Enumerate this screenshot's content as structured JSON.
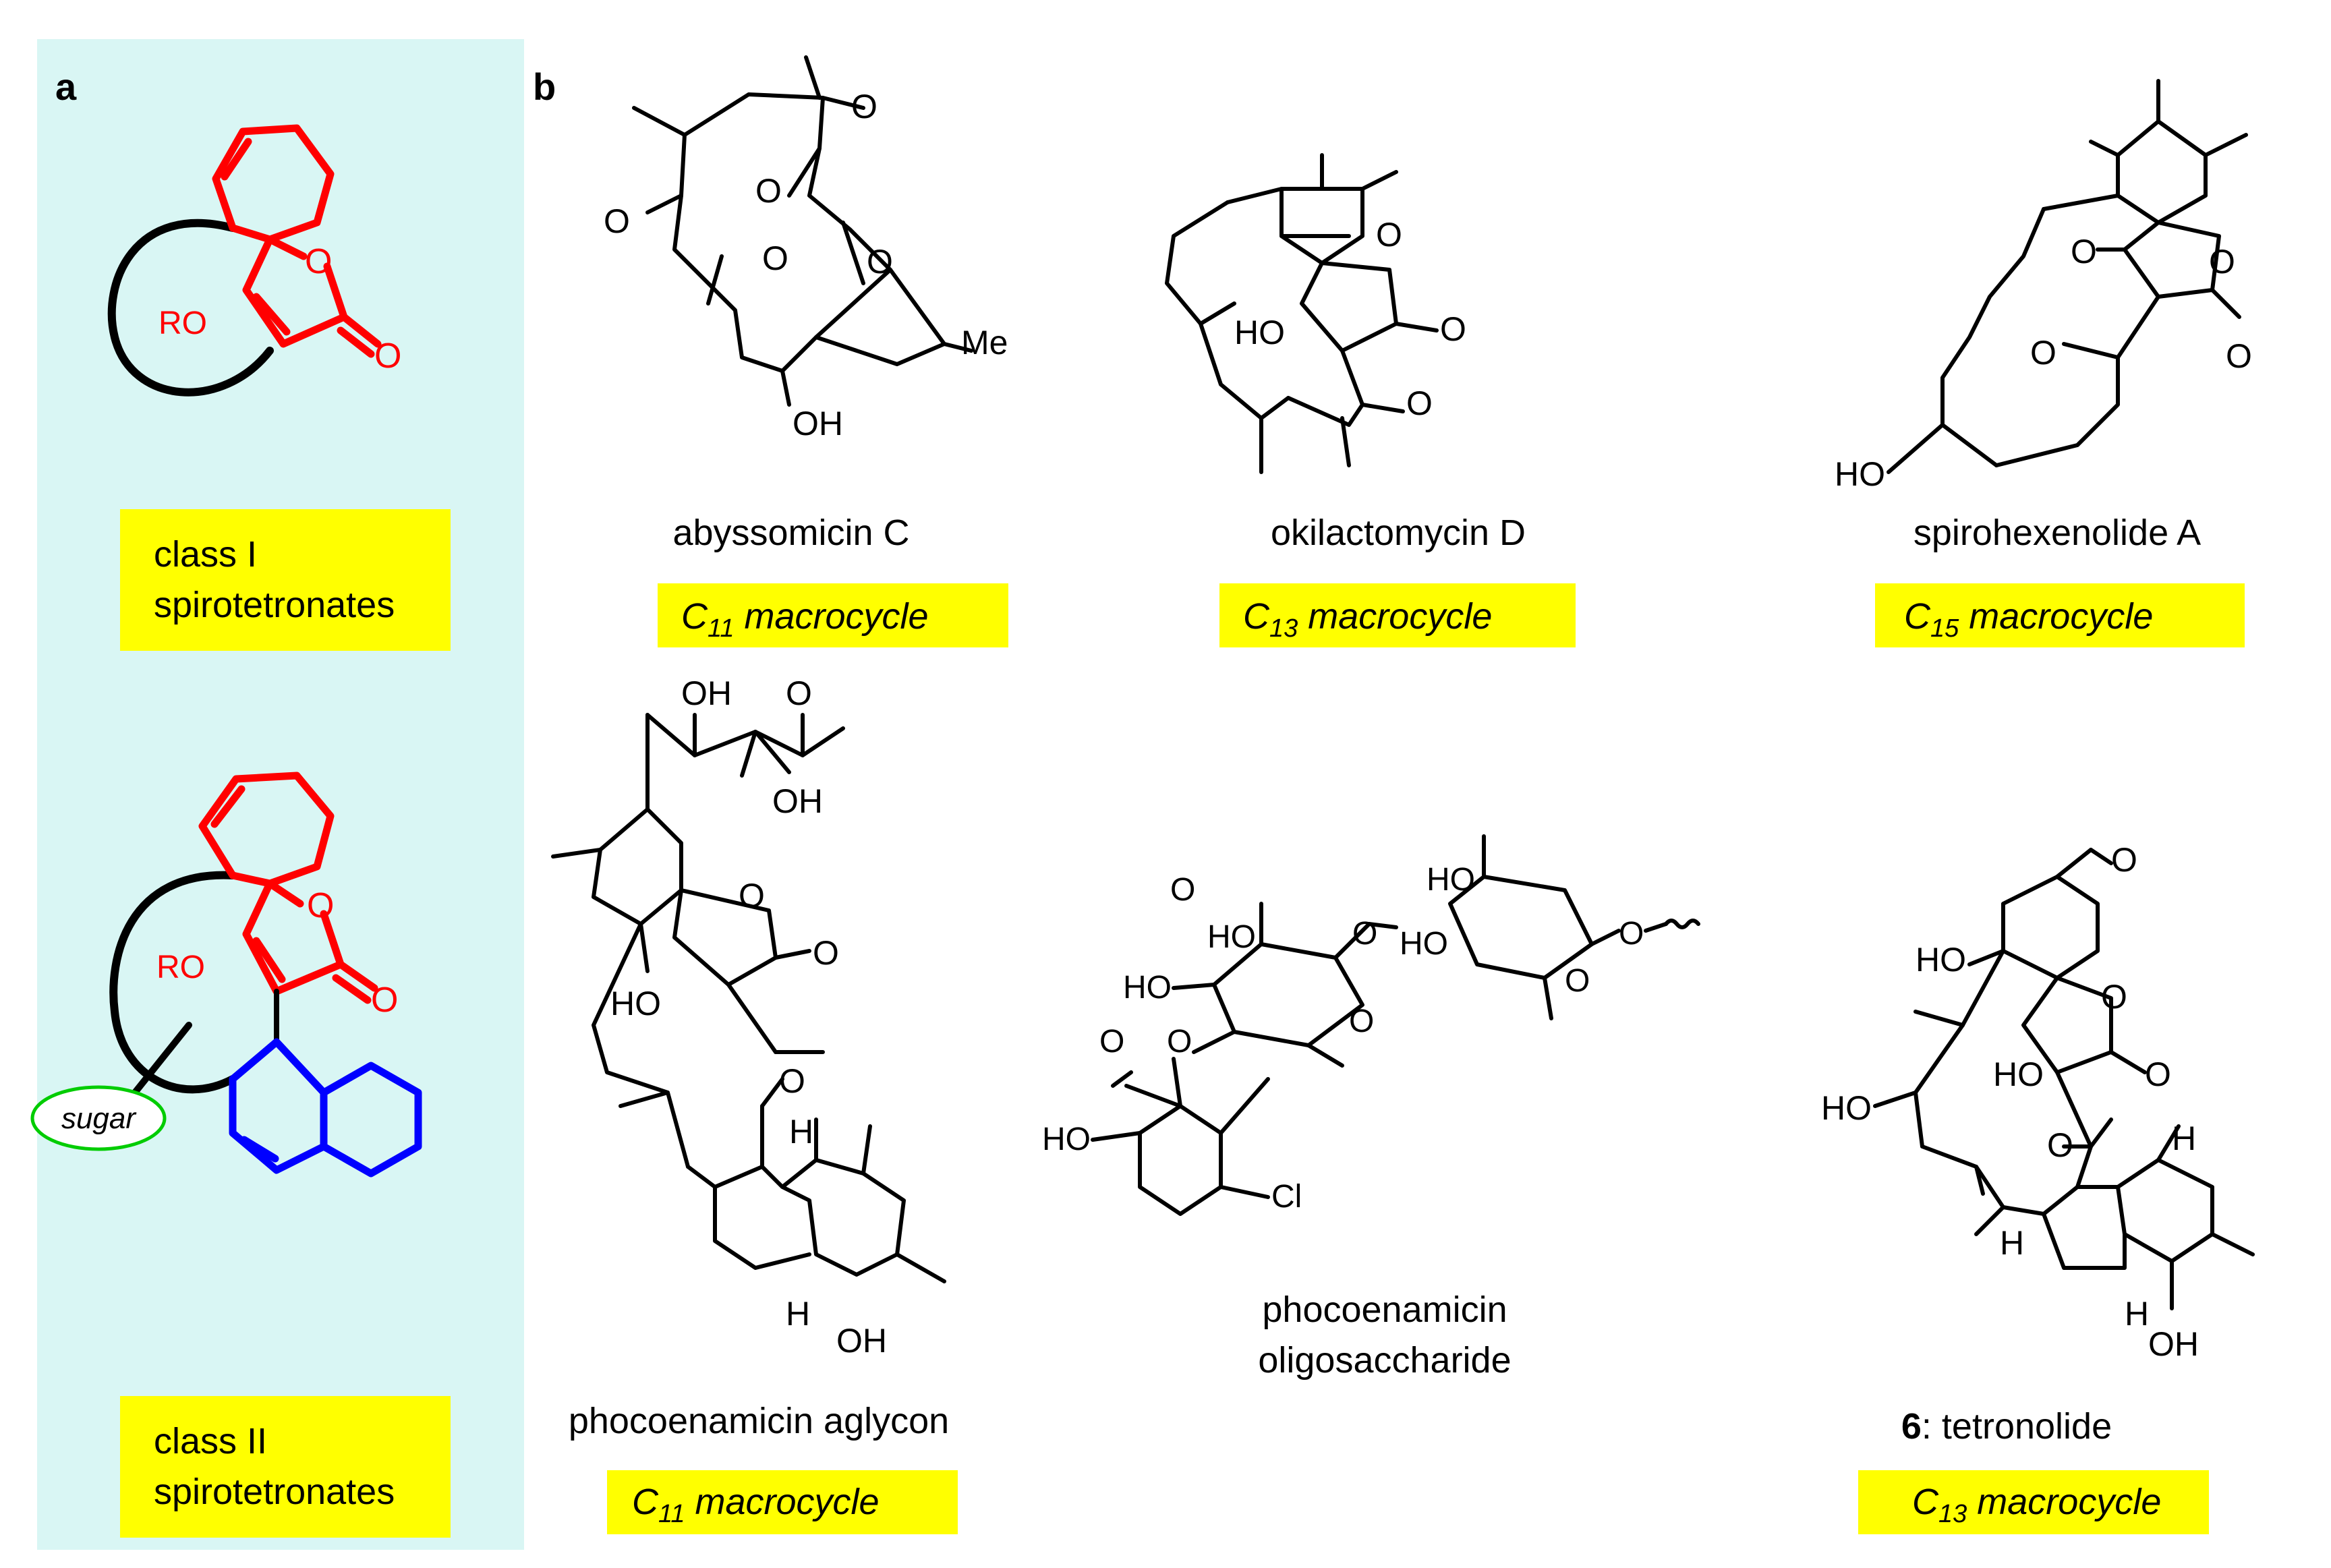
{
  "panels": {
    "a": {
      "letter": "a"
    },
    "b": {
      "letter": "b"
    }
  },
  "class_boxes": [
    {
      "line1": "class I",
      "line2": "spirotetronates"
    },
    {
      "line1": "class II",
      "line2": "spirotetronates"
    }
  ],
  "schematic": {
    "ro_label": "RO",
    "o_ring": "O",
    "o_carbonyl": "O",
    "sugar_label": "sugar"
  },
  "compounds": [
    {
      "name": "abyssomicin C",
      "macrocycle_c": "C",
      "macrocycle_n": "11",
      "macrocycle_word": "macrocycle"
    },
    {
      "name": "okilactomycin D",
      "macrocycle_c": "C",
      "macrocycle_n": "13",
      "macrocycle_word": "macrocycle"
    },
    {
      "name": "spirohexenolide A",
      "macrocycle_c": "C",
      "macrocycle_n": "15",
      "macrocycle_word": "macrocycle"
    },
    {
      "name": "phocoenamicin aglycon",
      "macrocycle_c": "C",
      "macrocycle_n": "11",
      "macrocycle_word": "macrocycle"
    },
    {
      "name_line1": "phocoenamicin",
      "name_line2": "oligosaccharide"
    },
    {
      "number": "6",
      "name": ": tetronolide",
      "macrocycle_c": "C",
      "macrocycle_n": "13",
      "macrocycle_word": "macrocycle"
    }
  ],
  "atom_labels": {
    "abyssomicin": {
      "o_epoxide": "O",
      "o_ketone": "O",
      "o_lactone1": "O",
      "o_lactone2": "O",
      "o_ether": "O",
      "oh": "OH",
      "me": "Me"
    },
    "okilactomycin": {
      "ho": "HO",
      "o_ring": "O",
      "o_lactone": "O",
      "o_ketone": "O"
    },
    "spirohexenolide": {
      "o_ketone": "O",
      "o_ring": "O",
      "o_lactone": "O",
      "o_enol": "O",
      "ho": "HO"
    },
    "aglycon": {
      "oh_top": "OH",
      "o_top": "O",
      "oh_mid": "OH",
      "o_ring": "O",
      "o_lactone": "O",
      "ho": "HO",
      "o_ketone": "O",
      "h_top": "H",
      "h_bottom": "H",
      "oh_bottom": "OH"
    },
    "oligosaccharide": {
      "ho1": "HO",
      "ho2": "HO",
      "ho3": "HO",
      "ho4": "HO",
      "o1": "O",
      "o2": "O",
      "o3": "O",
      "o4": "O",
      "o5": "O",
      "o6": "O",
      "o_carbonyl": "O",
      "ho_phenol": "HO",
      "cl": "Cl"
    },
    "tetronolide": {
      "o_aldehyde": "O",
      "ho_top": "HO",
      "o_ring": "O",
      "o_lactone": "O",
      "ho_left": "HO",
      "ho_enol": "HO",
      "o_ketone": "O",
      "h_top": "H",
      "h_left": "H",
      "h_bottom": "H",
      "oh_bottom": "OH"
    }
  },
  "colors": {
    "panel_a_bg": "#d9f6f4",
    "label_box": "#ffff00",
    "spiro_red": "#ff0000",
    "decalin_blue": "#0000ff",
    "sugar_green": "#00cc00",
    "bond_black": "#000000"
  }
}
